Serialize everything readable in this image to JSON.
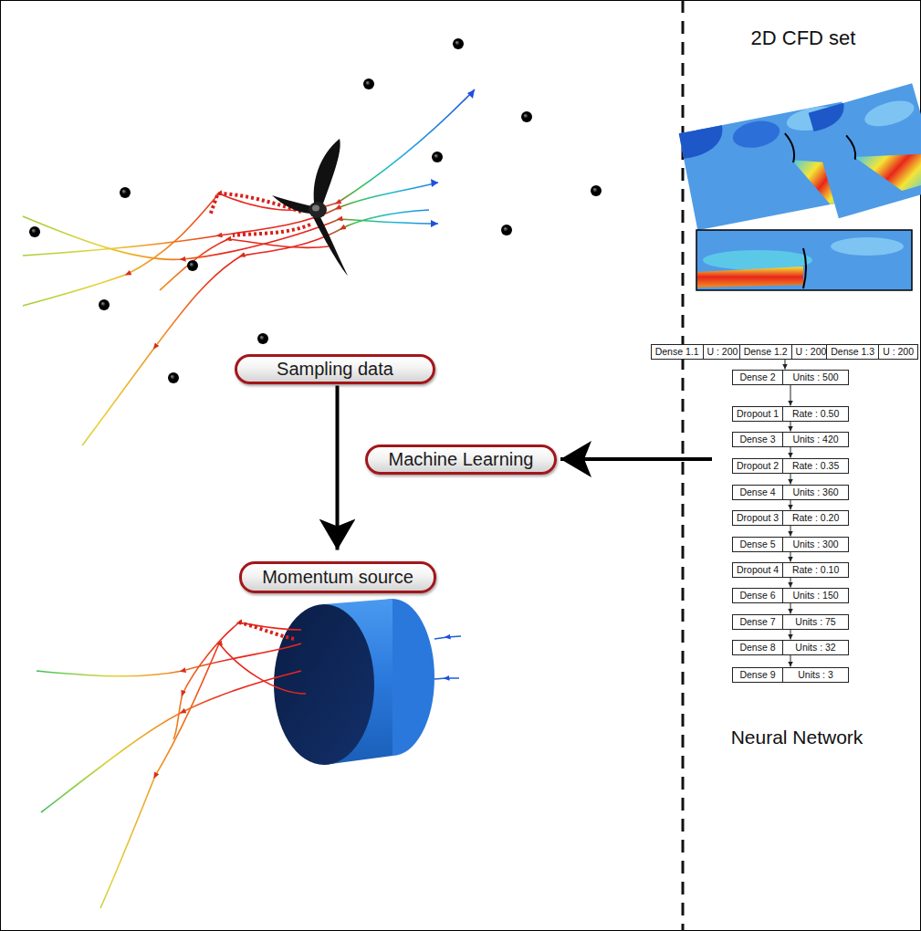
{
  "diagram": {
    "nodes": [
      {
        "text": [
          "Sampling data"
        ]
      },
      {
        "text": [
          "Machine Learning"
        ]
      },
      {
        "text": [
          "Momentum source"
        ]
      },
      {
        "text": [
          "Dense 1.1",
          "U : 200"
        ]
      },
      {
        "text": [
          "Dense 1.2",
          "U : 200"
        ]
      },
      {
        "text": [
          "Dense 1.3",
          "U : 200"
        ]
      },
      {
        "text": [
          "Dense 2",
          "Units : 500"
        ]
      },
      {
        "text": [
          "Dropout 1",
          "Rate : 0.50"
        ]
      },
      {
        "text": [
          "Dense 3",
          "Units : 420"
        ]
      },
      {
        "text": [
          "Dropout 2",
          "Rate : 0.35"
        ]
      },
      {
        "text": [
          "Dense 4",
          "Units : 360"
        ]
      },
      {
        "text": [
          "Dropout 3",
          "Rate : 0.20"
        ]
      },
      {
        "text": [
          "Dense 5",
          "Units : 300"
        ]
      },
      {
        "text": [
          "Dropout 4",
          "Rate : 0.10"
        ]
      },
      {
        "text": [
          "Dense 6",
          "Units : 150"
        ]
      },
      {
        "text": [
          "Dense 7",
          "Units : 75"
        ]
      },
      {
        "text": [
          "Dense 8",
          "Units : 32"
        ]
      },
      {
        "text": [
          "Dense 9",
          "Units : 3"
        ]
      }
    ],
    "edges": [
      {
        "from": 0,
        "to": 2,
        "arrow": "to"
      },
      {
        "from": 4,
        "to": 6,
        "arrow": "to"
      },
      {
        "from": 6,
        "to": 7,
        "arrow": "to"
      },
      {
        "from": 7,
        "to": 8,
        "arrow": "to"
      },
      {
        "from": 8,
        "to": 9,
        "arrow": "to"
      },
      {
        "from": 9,
        "to": 10,
        "arrow": "to"
      },
      {
        "from": 10,
        "to": 11,
        "arrow": "to"
      },
      {
        "from": 11,
        "to": 12,
        "arrow": "to"
      },
      {
        "from": 12,
        "to": 13,
        "arrow": "to"
      },
      {
        "from": 13,
        "to": 14,
        "arrow": "to"
      },
      {
        "from": 14,
        "to": 15,
        "arrow": "to"
      },
      {
        "from": 15,
        "to": 16,
        "arrow": "to"
      },
      {
        "from": 16,
        "to": 17,
        "arrow": "to"
      }
    ],
    "labels": [
      "2D CFD set",
      "Neural Network"
    ]
  }
}
